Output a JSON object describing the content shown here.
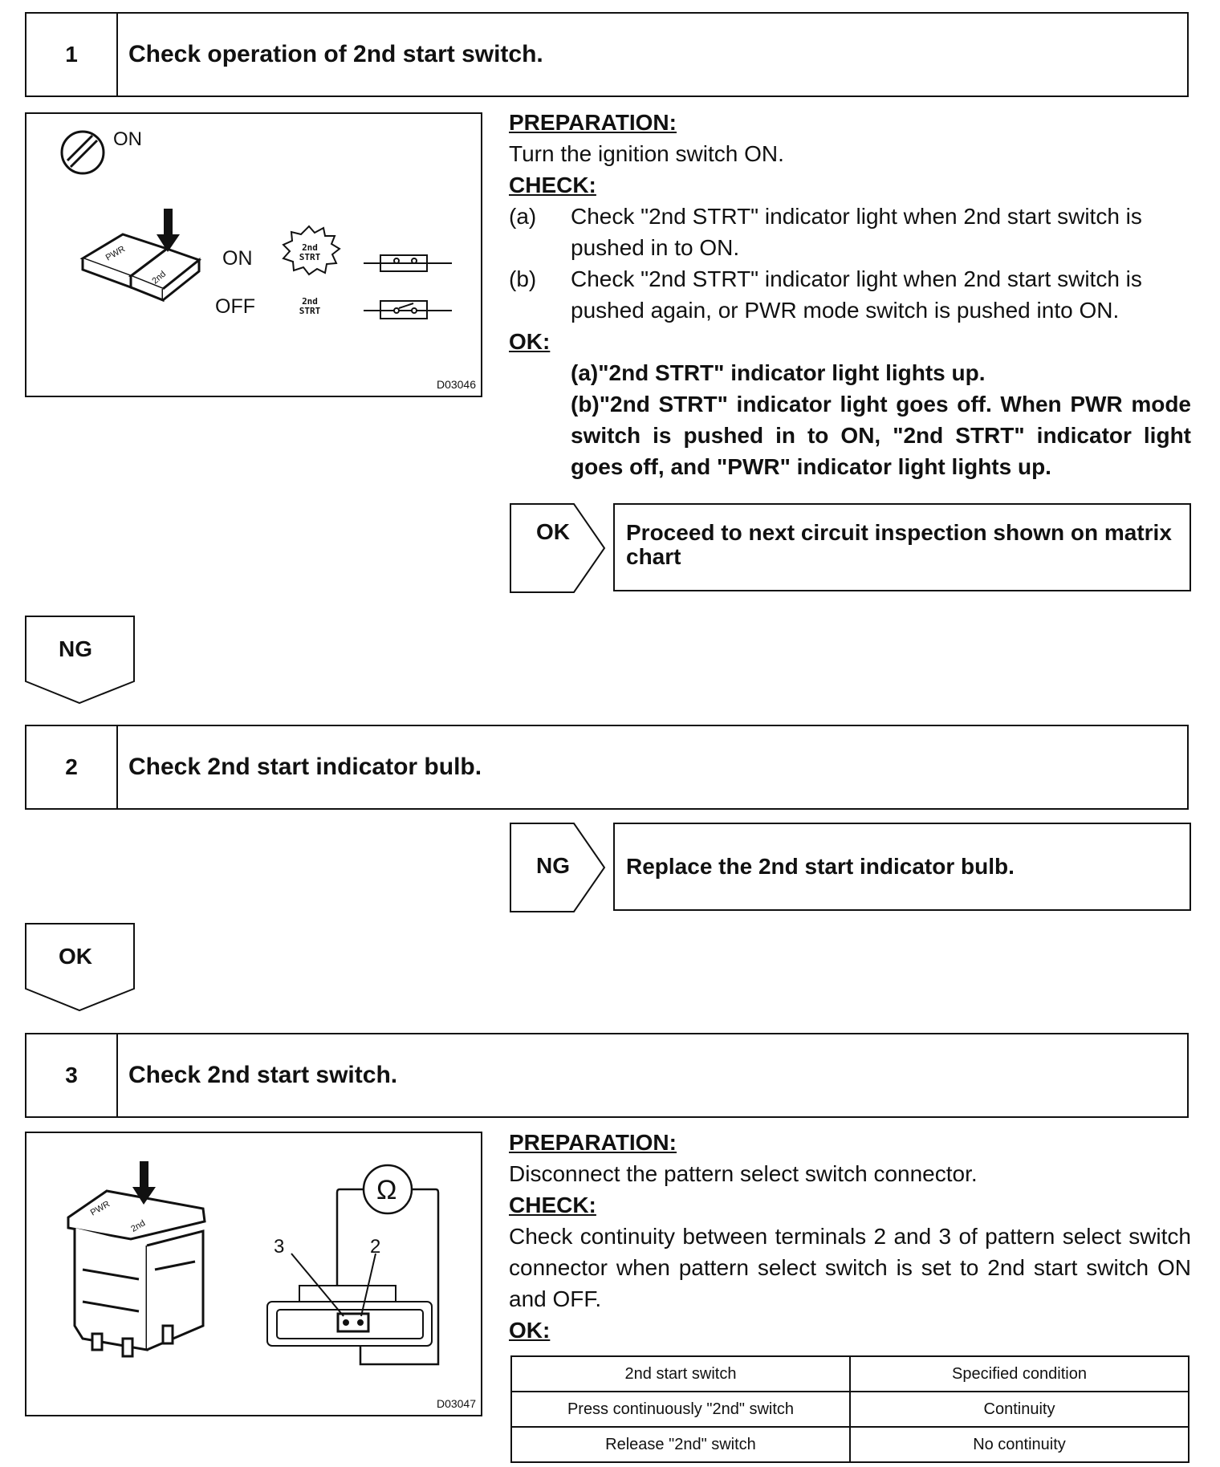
{
  "step1": {
    "number": "1",
    "title": "Check operation of 2nd start switch.",
    "figure": {
      "code": "D03046",
      "ignition_label": "ON",
      "switch_labels": [
        "PWR",
        "2nd"
      ],
      "state_on": "ON",
      "state_off": "OFF",
      "indicator_text_line1": "2nd",
      "indicator_text_line2": "STRT"
    },
    "preparation_header": "PREPARATION:",
    "preparation_text": "Turn the ignition switch ON.",
    "check_header": "CHECK:",
    "checks": [
      {
        "label": "(a)",
        "text": "Check \"2nd STRT\" indicator light when 2nd start switch is pushed in to ON."
      },
      {
        "label": "(b)",
        "text": "Check \"2nd STRT\" indicator light when 2nd start switch is pushed again, or PWR mode switch is pushed into ON."
      }
    ],
    "ok_header": "OK:",
    "ok_lines": [
      "(a)\"2nd STRT\" indicator light lights up.",
      "(b)\"2nd STRT\" indicator light goes off. When PWR mode switch is pushed in to ON, \"2nd STRT\" indicator light goes off, and \"PWR\" indicator light lights up."
    ],
    "result_label": "OK",
    "result_text": "Proceed to next circuit inspection shown on matrix chart",
    "flow_label": "NG"
  },
  "step2": {
    "number": "2",
    "title": "Check 2nd start indicator bulb.",
    "result_label": "NG",
    "result_text": "Replace the 2nd start indicator bulb.",
    "flow_label": "OK"
  },
  "step3": {
    "number": "3",
    "title": "Check 2nd start switch.",
    "figure": {
      "code": "D03047",
      "switch_labels": [
        "PWR",
        "2nd"
      ],
      "ohm_symbol": "Ω",
      "terminal_3": "3",
      "terminal_2": "2"
    },
    "preparation_header": "PREPARATION:",
    "preparation_text": "Disconnect the pattern select switch connector.",
    "check_header": "CHECK:",
    "check_text": "Check continuity  between terminals 2 and 3 of pattern select switch connector when pattern select switch is set to 2nd start switch ON and OFF.",
    "ok_header": "OK:",
    "table": {
      "headers": [
        "2nd start switch",
        "Specified condition"
      ],
      "rows": [
        [
          "Press continuously \"2nd\" switch",
          "Continuity"
        ],
        [
          "Release \"2nd\" switch",
          "No continuity"
        ]
      ]
    }
  }
}
